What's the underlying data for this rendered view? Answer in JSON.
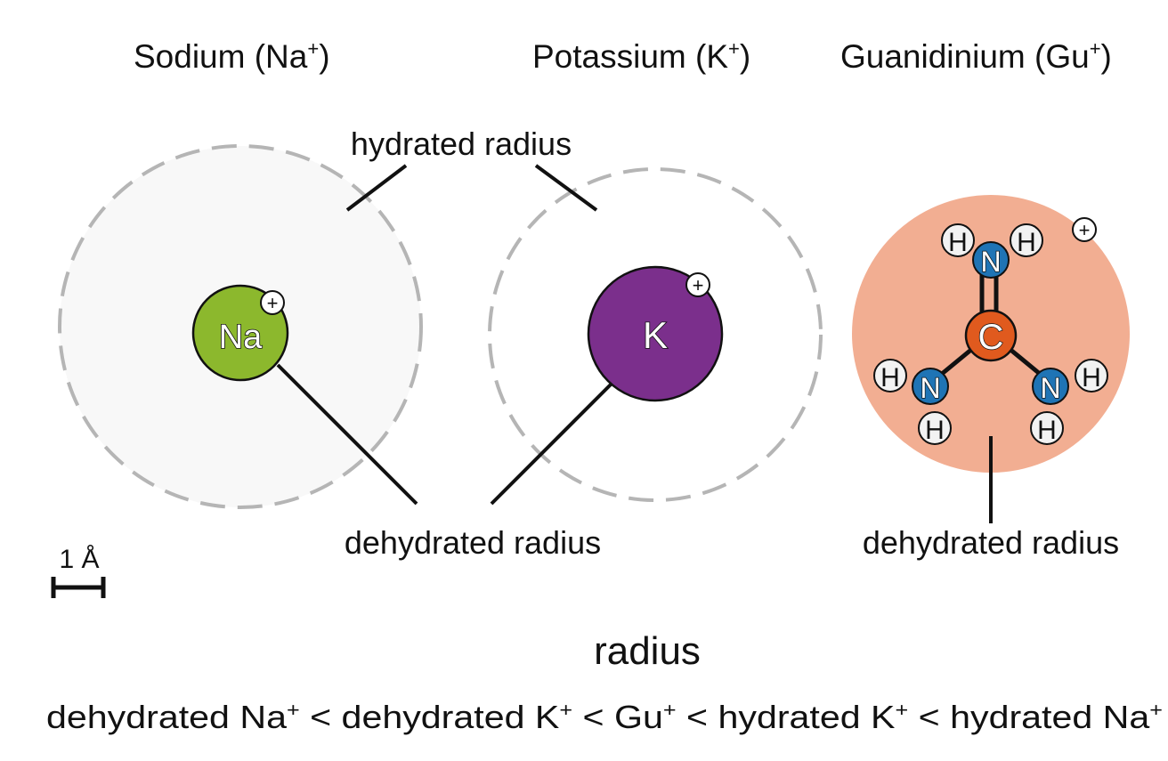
{
  "titles": {
    "sodium": "Sodium (Na",
    "potassium": "Potassium (K",
    "guanidinium": "Guanidinium (Gu",
    "plus_sup": "+",
    "close_paren": ")"
  },
  "labels": {
    "hydrated_radius": "hydrated radius",
    "dehydrated_radius_left": "dehydrated radius",
    "dehydrated_radius_right": "dehydrated radius",
    "scale": "1 Å"
  },
  "ions": {
    "na": "Na",
    "k": "K",
    "charge": "+"
  },
  "guanidinium": {
    "carbon": "C",
    "nitrogen": "N",
    "hydrogen": "H",
    "charge": "+"
  },
  "summary": {
    "heading": "radius",
    "t1": "dehydrated Na",
    "t2": " < dehydrated K",
    "t3": " < Gu",
    "t4": " < hydrated K",
    "t5": " < hydrated Na",
    "sup": "+"
  },
  "colors": {
    "na": "#8cb82d",
    "k": "#7b2f8c",
    "gu_shell": "#f2ae92",
    "carbon": "#e05a1e",
    "nitrogen": "#1f74b5",
    "hydrogen": "#f2f2f2",
    "dashed": "#b5b5b5"
  }
}
